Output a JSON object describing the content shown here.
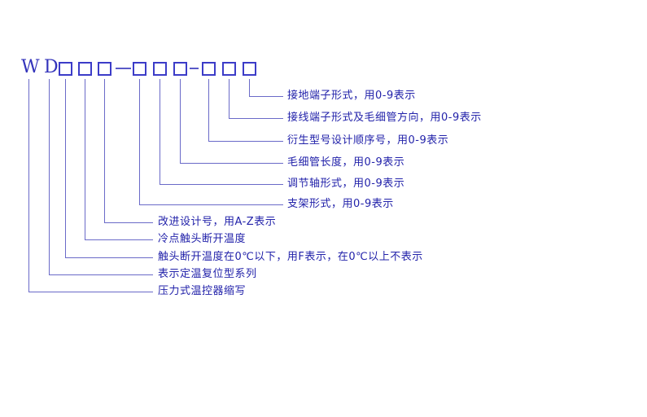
{
  "diagram": {
    "title_semantic": "pressure-type temperature controller model designation diagram",
    "code": {
      "pattern": "WD□□□-□□□-□□□",
      "letters": [
        "W",
        "D"
      ],
      "box_count": 9,
      "separator": "-"
    },
    "rows": [
      {
        "label": "接地端子形式，用0-9表示"
      },
      {
        "label": "接线端子形式及毛细管方向，用0-9表示"
      },
      {
        "label": "衍生型号设计顺序号，用0-9表示"
      },
      {
        "label": "毛细管长度，用0-9表示"
      },
      {
        "label": "调节轴形式，用0-9表示"
      },
      {
        "label": "支架形式，用0-9表示"
      },
      {
        "label": "改进设计号，用A-Z表示"
      },
      {
        "label": "冷点触头断开温度"
      },
      {
        "label": "触头断开温度在0℃以下，用F表示，在0℃以上不表示"
      },
      {
        "label": "表示定温复位型系列"
      },
      {
        "label": "压力式温控器缩写"
      }
    ],
    "colors": {
      "background": "#ffffff",
      "text": "#2222aa",
      "line": "#6a6ac8",
      "box_border": "#3c3cc8",
      "letter": "#3434bb"
    }
  }
}
